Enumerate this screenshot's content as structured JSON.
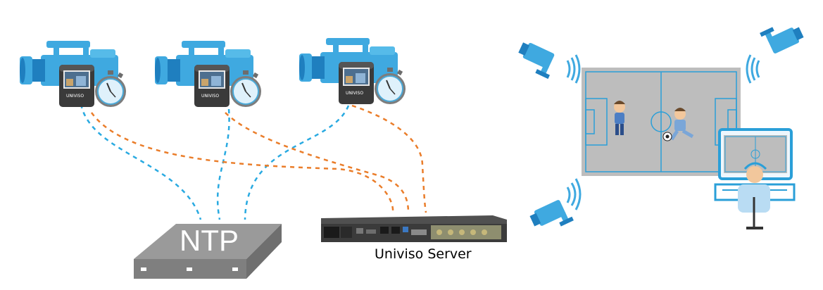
{
  "labels": {
    "ntp": "NTP",
    "server": "Univiso Server",
    "encoder_brand": "UNIVISO"
  },
  "colors": {
    "camera_blue": "#3fa9e0",
    "camera_dark": "#1f7fbf",
    "encoder_body": "#3a3a3a",
    "ntp_gray": "#8c8c8c",
    "field_gray": "#bdbdbd",
    "sync_line_blue": "#29aae1",
    "sync_line_orange": "#ea7d2a"
  },
  "icons": [
    "video-camera-icon",
    "stopwatch-icon",
    "encoder-box-icon",
    "ntp-switch-icon",
    "rack-server-icon",
    "cctv-camera-icon",
    "signal-waves-icon",
    "soccer-field-icon",
    "player-icon",
    "soccer-ball-icon",
    "monitor-icon",
    "operator-icon"
  ]
}
